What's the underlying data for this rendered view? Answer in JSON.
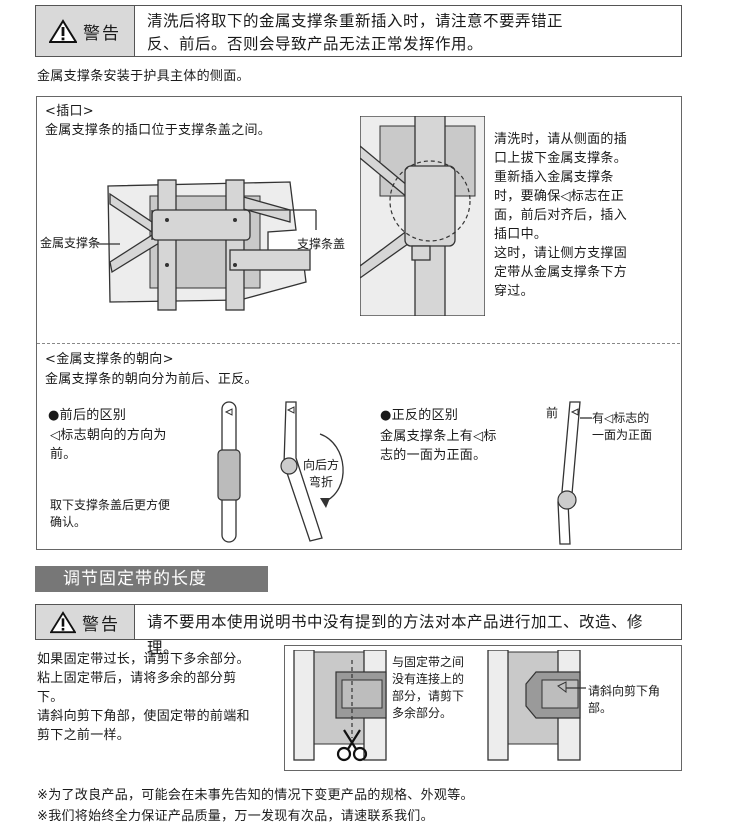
{
  "warning1": {
    "label": "警告",
    "line1": "清洗后将取下的金属支撑条重新插入时，请注意不要弄错正",
    "line2": "反、前后。否则会导致产品无法正常发挥作用。"
  },
  "intro": "金属支撑条安装于护具主体的侧面。",
  "insertion": {
    "heading": "<插口>",
    "desc": "金属支撑条的插口位于支撑条盖之间。",
    "label_stay": "金属支撑条",
    "label_cover": "支撑条盖",
    "right_text": [
      "清洗时，请从侧面的插",
      "口上拔下金属支撑条。",
      "重新插入金属支撑条",
      "时，要确保◁标志在正",
      "面，前后对齐后，插入",
      "插口中。",
      "这时，请让侧方支撑固",
      "定带从金属支撑条下方",
      "穿过。"
    ]
  },
  "orientation": {
    "heading": "<金属支撑条的朝向>",
    "desc": "金属支撑条的朝向分为前后、正反。",
    "front_back_title": "●前后的区别",
    "front_back_text": [
      "◁标志朝向的方向为",
      "前。"
    ],
    "remove_note": [
      "取下支撑条盖后更方便",
      "确认。"
    ],
    "bend_label": [
      "向后方",
      "弯折"
    ],
    "face_title": "●正反的区别",
    "face_text": [
      "金属支撑条上有◁标",
      "志的一面为正面。"
    ],
    "front_label": "前",
    "mark_label": [
      "有◁标志的",
      "一面为正面"
    ]
  },
  "section2": {
    "title": "调节固定带的长度"
  },
  "warning2": {
    "label": "警告",
    "line1": "请不要用本使用说明书中没有提到的方法对本产品进行加工、改造、修理。"
  },
  "adjust": {
    "text": [
      "如果固定带过长，请剪下多余部分。",
      "粘上固定带后，请将多余的部分剪",
      "下。",
      "请斜向剪下角部，使固定带的前端和",
      "剪下之前一样。"
    ],
    "cut_note": [
      "与固定带之间",
      "没有连接上的",
      "部分，请剪下",
      "多余部分。"
    ],
    "corner_note": [
      "请斜向剪下角",
      "部。"
    ]
  },
  "footer": {
    "note1": "※为了改良产品，可能会在未事先告知的情况下变更产品的规格、外观等。",
    "note2": "※我们将始终全力保证产品质量，万一发现有次品，请速联系我们。"
  },
  "icons": {
    "warning": "warning-triangle-icon",
    "scissors": "scissors-icon",
    "mark": "triangle-mark-icon"
  }
}
